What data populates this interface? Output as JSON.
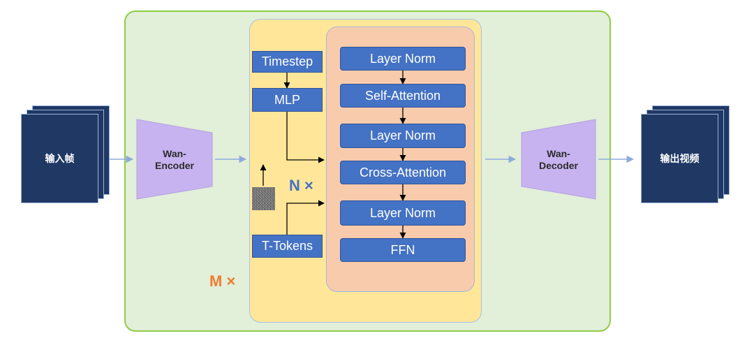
{
  "input": {
    "label": "输入帧"
  },
  "output": {
    "label": "输出视频"
  },
  "encoder": {
    "label_line1": "Wan-",
    "label_line2": "Encoder"
  },
  "decoder": {
    "label_line1": "Wan-",
    "label_line2": "Decoder"
  },
  "left_column": {
    "timestep": "Timestep",
    "mlp": "MLP",
    "t_tokens": "T-Tokens"
  },
  "transformer_block": {
    "layers": [
      "Layer Norm",
      "Self-Attention",
      "Layer Norm",
      "Cross-Attention",
      "Layer Norm",
      "FFN"
    ]
  },
  "repeat_n": "N ×",
  "repeat_m": "M ×",
  "colors": {
    "outer_bg": "#e2efd9",
    "outer_border": "#8fcc45",
    "yellow_bg": "#ffe699",
    "orange_bg": "#f8cbad",
    "block_blue": "#4472c4",
    "frame_navy": "#1f3864",
    "codec_purple": "#c6b3ef",
    "n_times": "#4472c4",
    "m_times": "#ed7d31"
  },
  "icons": {
    "noise": "noise-latent-icon"
  }
}
